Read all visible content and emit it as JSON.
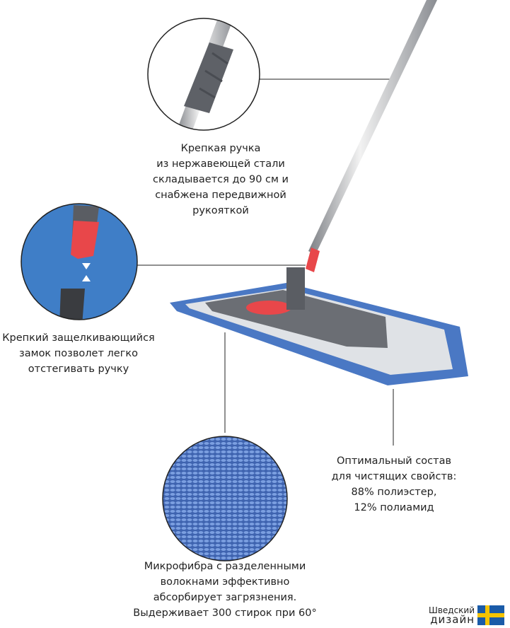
{
  "callouts": {
    "handle": [
      "Крепкая ручка",
      "из нержавеющей стали",
      "складывается до 90 см и",
      "снабжена передвижной",
      "рукояткой"
    ],
    "lock": [
      "Крепкий защелкивающийся",
      "замок позволет легко",
      "отстегивать ручку"
    ],
    "composition": [
      "Оптимальный состав",
      "для чистящих свойств:",
      "88% полиэстер,",
      "12% полиамид"
    ],
    "microfiber": [
      "Микрофибра с разделенными",
      "волокнами эффективно",
      "абсорбирует загрязнения.",
      "Выдерживает 300 стирок при 60°"
    ]
  },
  "badge": {
    "line1": "Шведский",
    "line2": "дизайн",
    "flag_blue": "#1a5ba8",
    "flag_yellow": "#f5c400"
  },
  "colors": {
    "pad_blue": "#4a78c4",
    "accent_red": "#e8474a",
    "handle_grey": "#5a5d63",
    "lock_bg": "#3f7ec7"
  }
}
